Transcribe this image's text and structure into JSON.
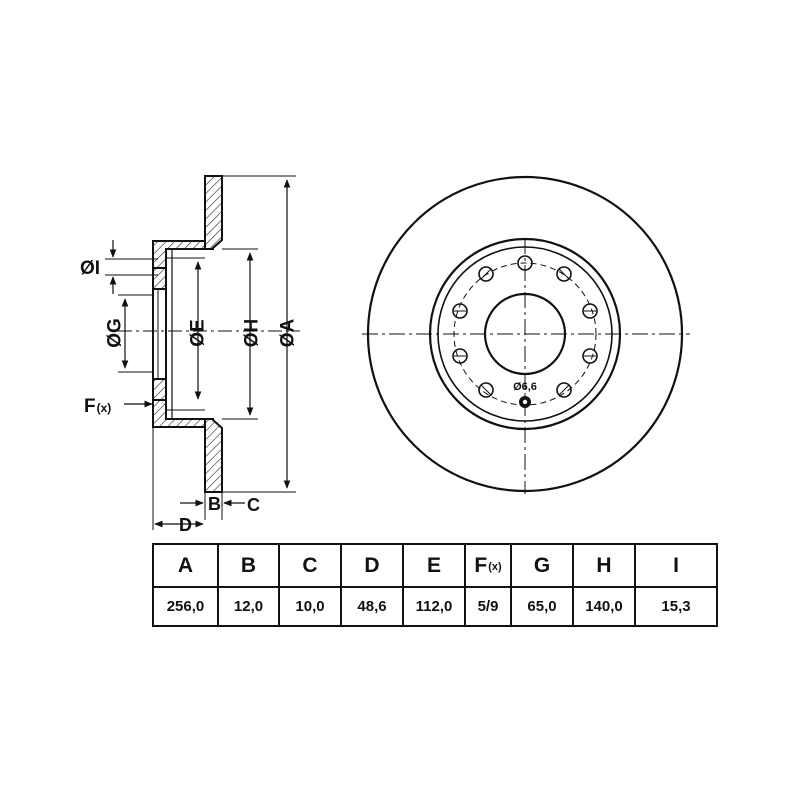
{
  "labels": {
    "dia_i": "ØI",
    "dia_g": "ØG",
    "dia_e": "ØE",
    "dia_h": "ØH",
    "dia_a": "ØA",
    "f_main": "F",
    "f_sub": "(x)",
    "b": "B",
    "c": "C",
    "d": "D",
    "hole": "Ø6,6"
  },
  "table": {
    "headers": [
      {
        "main": "A",
        "sub": ""
      },
      {
        "main": "B",
        "sub": ""
      },
      {
        "main": "C",
        "sub": ""
      },
      {
        "main": "D",
        "sub": ""
      },
      {
        "main": "E",
        "sub": ""
      },
      {
        "main": "F",
        "sub": "(x)"
      },
      {
        "main": "G",
        "sub": ""
      },
      {
        "main": "H",
        "sub": ""
      },
      {
        "main": "I",
        "sub": ""
      }
    ],
    "values": [
      "256,0",
      "12,0",
      "10,0",
      "48,6",
      "112,0",
      "5/9",
      "65,0",
      "140,0",
      "15,3"
    ]
  },
  "colors": {
    "ink": "#111111",
    "background": "#ffffff"
  }
}
